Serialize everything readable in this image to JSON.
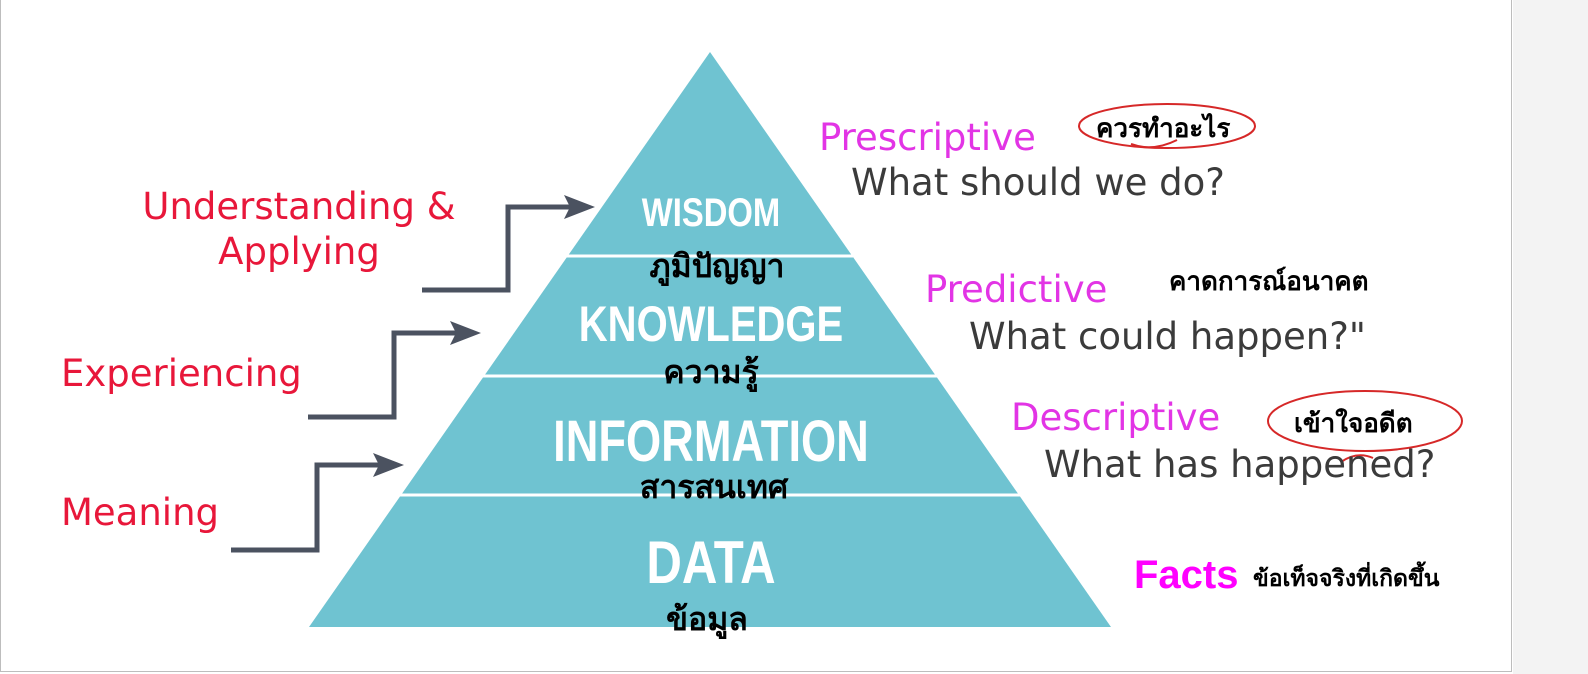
{
  "colors": {
    "pyramid": "#6fc3d1",
    "band_line": "#ffffff",
    "left_label": "#e8173a",
    "arrow": "#4b5260",
    "analytics_label": "#e234e5",
    "question": "#3b3b3b",
    "thai_note": "#000000",
    "circle": "#d62828",
    "facts": "#ff00ff"
  },
  "pyramid": {
    "levels": [
      {
        "key": "wisdom",
        "en": "WISDOM",
        "th": "ภูมิปัญญา"
      },
      {
        "key": "knowledge",
        "en": "KNOWLEDGE",
        "th": "ความรู้"
      },
      {
        "key": "information",
        "en": "INFORMATION",
        "th": "สารสนเทศ"
      },
      {
        "key": "data",
        "en": "DATA",
        "th": "ข้อมูล"
      }
    ]
  },
  "left_labels": {
    "understanding_line1": "Understanding &",
    "understanding_line2": "Applying",
    "experiencing": "Experiencing",
    "meaning": "Meaning"
  },
  "right_labels": {
    "prescriptive": {
      "title": "Prescriptive",
      "thai": "ควรทำอะไร",
      "question": "What should we do?"
    },
    "predictive": {
      "title": "Predictive",
      "thai": "คาดการณ์อนาคต",
      "question": "What could happen?\""
    },
    "descriptive": {
      "title": "Descriptive",
      "thai": "เข้าใจอดีต",
      "question": "What has happened?"
    },
    "facts": {
      "title": "Facts",
      "thai": "ข้อเท็จจริงที่เกิดขึ้น"
    }
  },
  "icons": {
    "arrow": "step-arrow-icon",
    "circle": "red-ink-circle-annotation"
  }
}
